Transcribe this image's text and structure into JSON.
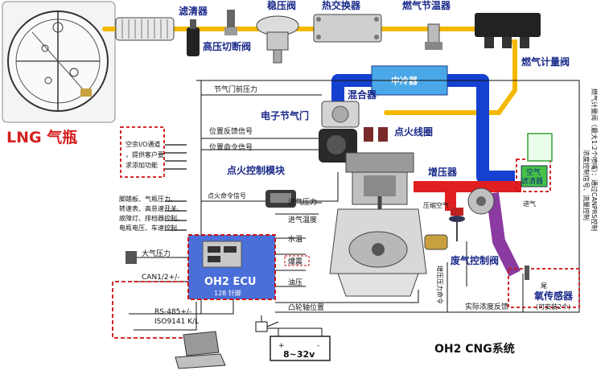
{
  "title": "OH2 CNG系统",
  "tank_label": "LNG 气瓶",
  "top_components": {
    "filter": "滤清器",
    "hp_cutoff_valve": "高压切断阀",
    "regulator": "稳压阀",
    "heat_exchanger": "热交换器",
    "gas_temp_regulator": "燃气节温器",
    "gas_metering_valve": "燃气计量阀"
  },
  "middle_components": {
    "intercooler": "中冷器",
    "mixer": "混合器",
    "throttle_pressure": "节气门前压力",
    "electronic_throttle": "电子节气门",
    "ignition_coil": "点火线圈",
    "ignition_module": "点火控制模块",
    "turbo": "增压器",
    "compressed_air": "压缩空气",
    "wastegate_valve": "废气控制阀",
    "air_filter": "空气\n滤清器",
    "air_filter_line1": "空气",
    "air_filter_line2": "滤清器",
    "intake": "进气",
    "exhaust": "尾",
    "oxygen_sensor": "氧传感器",
    "oxygen_sensor_note": "(可安装2个)"
  },
  "signals": {
    "position_feedback": "位置反馈信号",
    "position_command": "位置命令信号",
    "ignition_command": "点火命令信号",
    "io_box": [
      "空余I/O通道",
      "，提供客户要",
      "求添加功能"
    ],
    "inputs_box": [
      "脚踏板、气瓶压力、",
      "转速表、高怠速开关、",
      "故障灯、排档器控制、",
      "电瓶电压、车速控制"
    ],
    "atm_pressure": "大气压力",
    "can": "CAN1/2+/-",
    "rs485": "RS-485+/-",
    "iso": "ISO9141 K/L",
    "intake_pressure": "进气压力",
    "intake_temp": "进气温度",
    "coolant_temp": "水温",
    "knock": "爆震",
    "oil_pressure": "油压",
    "cam_position": "凸轮轴位置",
    "actual_conc_feedback": "实际浓度反馈",
    "boost_command": "增压压力命令",
    "metering_valve_note": "燃气计量阀（最大1:2个喷嘴）：通过CANPRS控制",
    "metering_signal": "浓度控制信号、流量控制"
  },
  "ecu": {
    "name": "OH2 ECU",
    "pins": "128 针脚"
  },
  "battery": "8~32v",
  "battery_plus": "+",
  "battery_minus": "-",
  "colors": {
    "fuel": "#f5b800",
    "cool_air": "#1540d0",
    "hot_air": "#e02020",
    "exhaust": "#8a3aa0",
    "ecu": "#4a6fd8",
    "dashed": "#cc1111",
    "label": "#1a2a8a"
  }
}
